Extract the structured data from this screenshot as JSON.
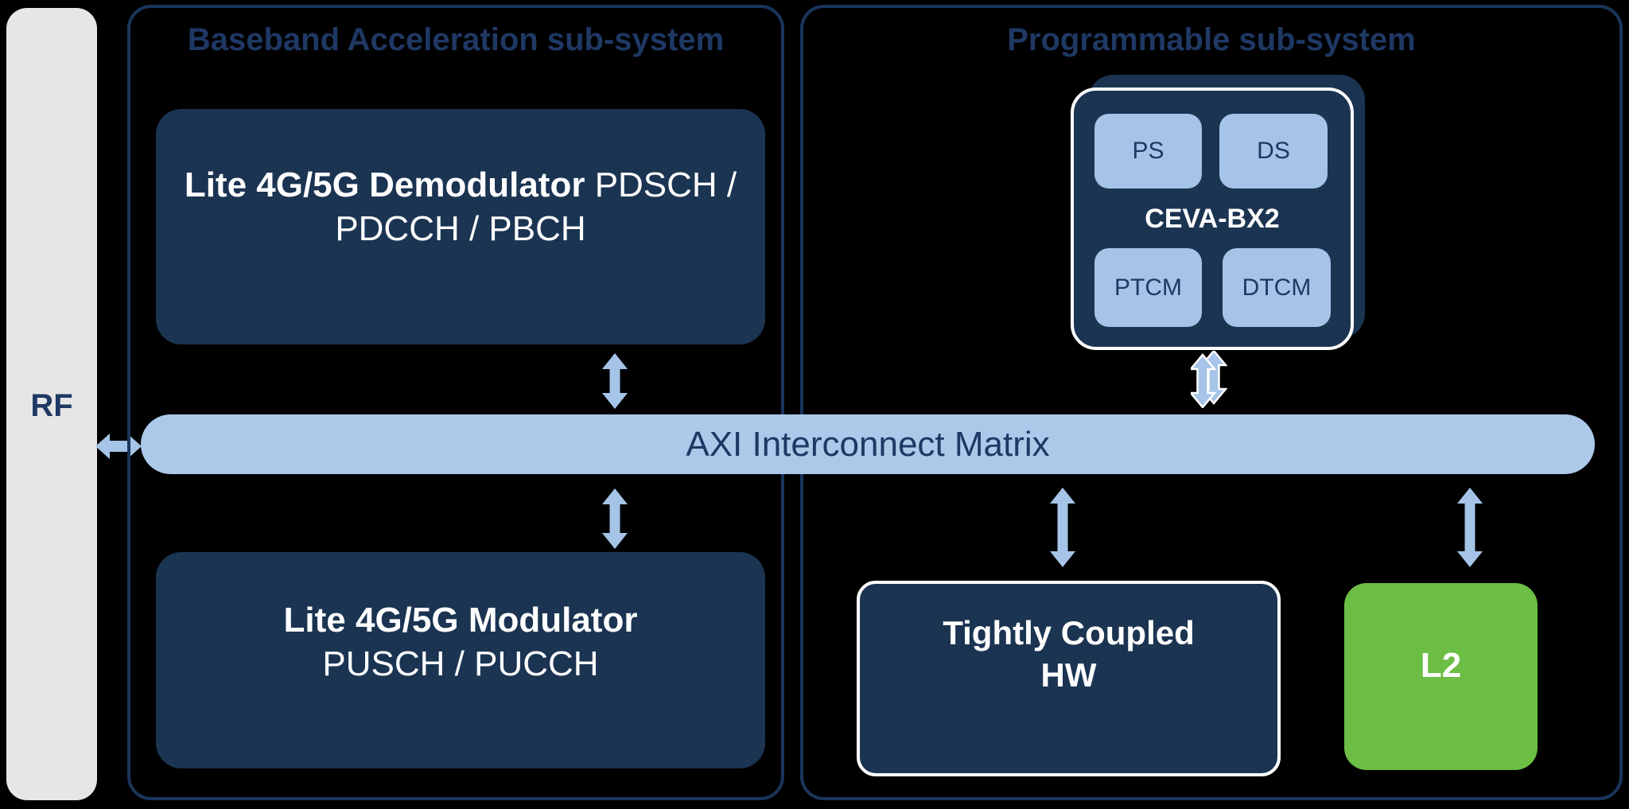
{
  "colors": {
    "background": "#000000",
    "navy_box": "#1B3452",
    "navy_border": "#1A355B",
    "navy_text": "#1F3864",
    "light_blue": "#A5C4E7",
    "light_blue_bar": "#ADC9EA",
    "green": "#6CBE45",
    "gray": "#E7E6E6",
    "white": "#FFFFFF"
  },
  "rf": {
    "label": "RF"
  },
  "baseband": {
    "title": "Baseband Acceleration sub-system",
    "demodulator": {
      "name_bold": "Lite 4G/5G Demodulator",
      "name_rest": "PDSCH /",
      "line2": "PDCCH / PBCH"
    },
    "modulator": {
      "name_bold": "Lite 4G/5G Modulator",
      "line2": "PUSCH / PUCCH"
    }
  },
  "axi": {
    "label": "AXI Interconnect Matrix"
  },
  "programmable": {
    "title": "Programmable sub-system",
    "ceva": {
      "label": "CEVA-BX2",
      "cores": [
        "PS",
        "DS",
        "PTCM",
        "DTCM"
      ]
    },
    "tightly_coupled_hw": {
      "line1": "Tightly Coupled",
      "line2": "HW"
    },
    "l2": {
      "label": "L2"
    }
  },
  "connections": [
    {
      "from": "RF",
      "to": "AXI Interconnect Matrix",
      "type": "bidirectional"
    },
    {
      "from": "Lite 4G/5G Demodulator",
      "to": "AXI Interconnect Matrix",
      "type": "bidirectional"
    },
    {
      "from": "AXI Interconnect Matrix",
      "to": "Lite 4G/5G Modulator",
      "type": "bidirectional"
    },
    {
      "from": "CEVA-BX2",
      "to": "AXI Interconnect Matrix",
      "type": "bidirectional-double"
    },
    {
      "from": "AXI Interconnect Matrix",
      "to": "Tightly Coupled HW",
      "type": "bidirectional"
    },
    {
      "from": "AXI Interconnect Matrix",
      "to": "L2",
      "type": "bidirectional"
    }
  ]
}
